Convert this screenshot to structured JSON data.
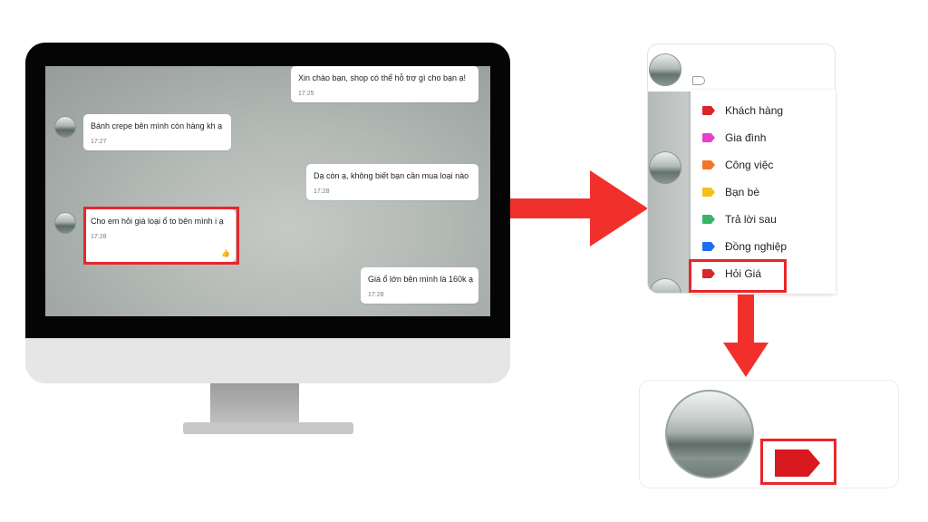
{
  "chat": {
    "messages": [
      {
        "side": "right",
        "text": "Xin chào bạn, shop có thể hỗ trợ gì cho bạn ạ!",
        "time": "17:25"
      },
      {
        "side": "left",
        "text": "Bánh crepe bên mình còn hàng kh ạ",
        "time": "17:27"
      },
      {
        "side": "right",
        "text": "Dạ còn ạ, không biết bạn cần mua loại nào",
        "time": "17:28"
      },
      {
        "side": "left",
        "text": "Cho em hỏi giá loại ổ to bên mình i ạ",
        "time": "17:28",
        "highlighted": true
      },
      {
        "side": "right",
        "text": "Giá ổ lớn bên mình là 160k ạ",
        "time": "17:28"
      }
    ]
  },
  "label_menu": {
    "items": [
      {
        "label": "Khách hàng",
        "color": "#d8262b"
      },
      {
        "label": "Gia đình",
        "color": "#e83fcf"
      },
      {
        "label": "Công việc",
        "color": "#f2742a"
      },
      {
        "label": "Bạn bè",
        "color": "#f2c11d"
      },
      {
        "label": "Trả lời sau",
        "color": "#35b765"
      },
      {
        "label": "Đồng nghiệp",
        "color": "#1c6ef2"
      },
      {
        "label": "Hỏi Giá",
        "color": "#d8262b",
        "highlighted": true
      }
    ]
  },
  "result": {
    "tag_color": "#d8191f"
  },
  "colors": {
    "highlight": "#e8262b",
    "arrow": "#f1302c"
  }
}
